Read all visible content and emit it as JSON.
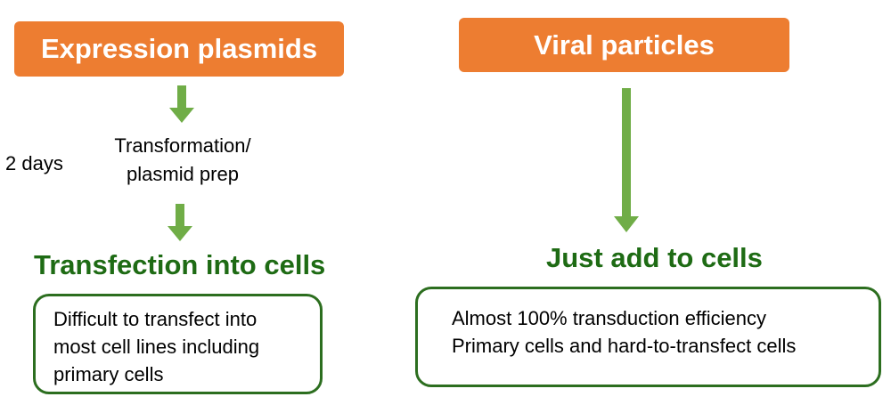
{
  "left": {
    "header": "Expression plasmids",
    "duration": "2 days",
    "step_lines": [
      "Transformation/",
      "plasmid prep"
    ],
    "result": "Transfection into cells",
    "note_lines": [
      "Difficult to transfect into",
      "most cell lines including",
      "primary cells"
    ]
  },
  "right": {
    "header": "Viral particles",
    "result": "Just add to cells",
    "note_lines": [
      "Almost 100% transduction efficiency",
      "Primary cells and hard-to-transfect cells"
    ]
  },
  "colors": {
    "header_fill": "#ED7D31",
    "header_text": "#FFFFFF",
    "arrow": "#70AD47",
    "result_text": "#1E6B14",
    "note_border": "#2C6E1F"
  }
}
